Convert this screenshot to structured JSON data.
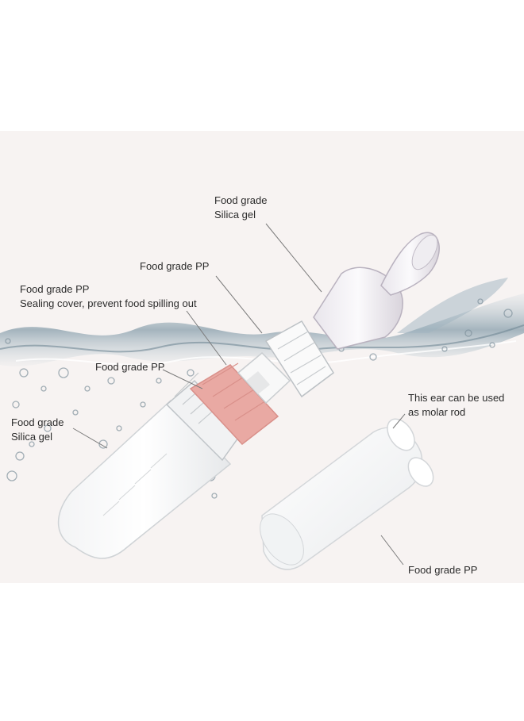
{
  "labels": {
    "spoon_material": {
      "line1": "Food grade",
      "line2": "Silica gel"
    },
    "valve_material": {
      "line1": "Food grade PP"
    },
    "sealing_cover": {
      "line1": "Food grade PP",
      "line2": "Sealing cover, prevent food spilling out"
    },
    "collar_material": {
      "line1": "Food grade PP"
    },
    "bottle_material": {
      "line1": "Food grade",
      "line2": "Silica gel"
    },
    "ear_note": {
      "line1": "This ear can be used",
      "line2": "as molar rod"
    },
    "cap_material": {
      "line1": "Food grade PP"
    }
  },
  "colors": {
    "background_band": "#f7f3f2",
    "text": "#2b2b2b",
    "leader_line": "#7a7a7a",
    "collar_pink": "#e9a9a3",
    "water": "#9fb3bf"
  }
}
